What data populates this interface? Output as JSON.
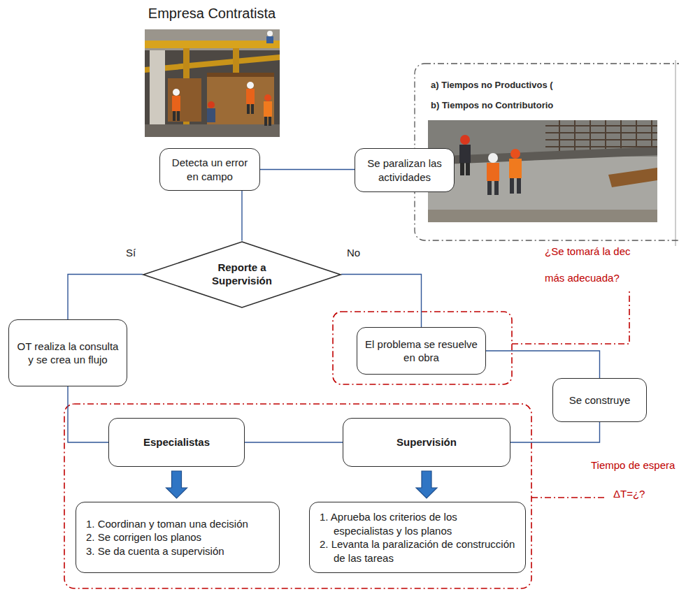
{
  "diagram": {
    "title": "Empresa Contratista",
    "nodes": [
      {
        "text": [
          "Detecta un error en campo"
        ]
      },
      {
        "text": [
          "Se paralizan las actividades"
        ]
      },
      {
        "text": [
          "a) Tiempos no Productivos (",
          "b) Tiempos no Contributorio"
        ]
      },
      {
        "text": [
          "Reporte a Supervisión"
        ]
      },
      {
        "text": [
          "OT realiza la consulta y se crea un flujo"
        ]
      },
      {
        "text": [
          "El problema se resuelve en obra"
        ]
      },
      {
        "text": [
          "Se construye"
        ]
      },
      {
        "text": [
          "Especialistas"
        ]
      },
      {
        "text": [
          "Supervisión"
        ]
      },
      {
        "text": [
          "1. Coordinan y toman una decisión",
          "2. Se corrigen los planos",
          "3. Se da cuenta a supervisión"
        ]
      },
      {
        "text": [
          "1. Aprueba los criterios de los especialistas y los planos",
          "2. Levanta la paralización de construcción de las tareas"
        ]
      }
    ],
    "edges": [
      {
        "from": 0,
        "to": 1,
        "arrow": "none"
      },
      {
        "from": 0,
        "to": 3,
        "arrow": "none"
      },
      {
        "from": 3,
        "to": 4,
        "label": "Sí",
        "arrow": "none"
      },
      {
        "from": 3,
        "to": 5,
        "label": "No",
        "arrow": "none"
      },
      {
        "from": 4,
        "to": 7,
        "arrow": "none"
      },
      {
        "from": 7,
        "to": 8,
        "arrow": "none"
      },
      {
        "from": 5,
        "to": 6,
        "arrow": "none"
      },
      {
        "from": 6,
        "to": 8,
        "arrow": "none"
      },
      {
        "from": 7,
        "to": 9,
        "arrow": "to"
      },
      {
        "from": 8,
        "to": 10,
        "arrow": "to"
      }
    ],
    "labels": [
      "¿Se tomará la dec",
      "más adecuada?",
      "Tiempo de espera",
      "ΔT=¿?"
    ]
  }
}
